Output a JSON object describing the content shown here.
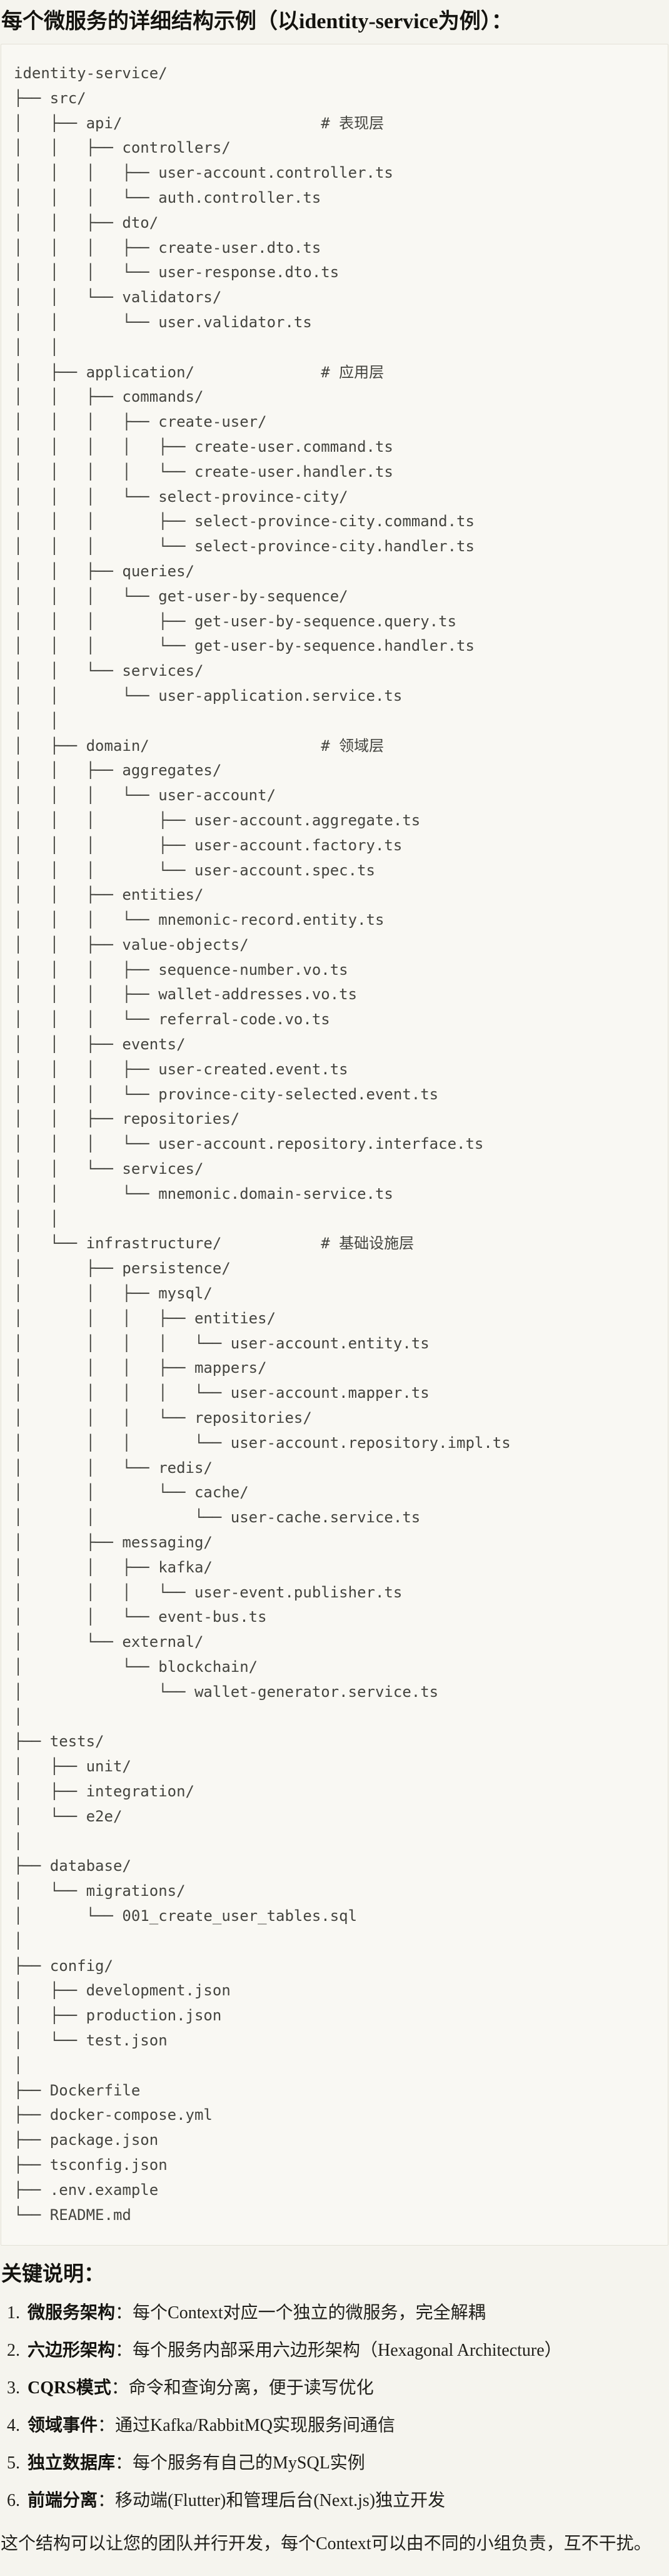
{
  "page": {
    "title": "每个微服务的详细结构示例（以identity-service为例）："
  },
  "code_block": {
    "language": "plaintext-directory-tree",
    "lines": [
      "identity-service/",
      "├── src/",
      "│   ├── api/                      # 表现层",
      "│   │   ├── controllers/",
      "│   │   │   ├── user-account.controller.ts",
      "│   │   │   └── auth.controller.ts",
      "│   │   ├── dto/",
      "│   │   │   ├── create-user.dto.ts",
      "│   │   │   └── user-response.dto.ts",
      "│   │   └── validators/",
      "│   │       └── user.validator.ts",
      "│   │",
      "│   ├── application/              # 应用层",
      "│   │   ├── commands/",
      "│   │   │   ├── create-user/",
      "│   │   │   │   ├── create-user.command.ts",
      "│   │   │   │   └── create-user.handler.ts",
      "│   │   │   └── select-province-city/",
      "│   │   │       ├── select-province-city.command.ts",
      "│   │   │       └── select-province-city.handler.ts",
      "│   │   ├── queries/",
      "│   │   │   └── get-user-by-sequence/",
      "│   │   │       ├── get-user-by-sequence.query.ts",
      "│   │   │       └── get-user-by-sequence.handler.ts",
      "│   │   └── services/",
      "│   │       └── user-application.service.ts",
      "│   │",
      "│   ├── domain/                   # 领域层",
      "│   │   ├── aggregates/",
      "│   │   │   └── user-account/",
      "│   │   │       ├── user-account.aggregate.ts",
      "│   │   │       ├── user-account.factory.ts",
      "│   │   │       └── user-account.spec.ts",
      "│   │   ├── entities/",
      "│   │   │   └── mnemonic-record.entity.ts",
      "│   │   ├── value-objects/",
      "│   │   │   ├── sequence-number.vo.ts",
      "│   │   │   ├── wallet-addresses.vo.ts",
      "│   │   │   └── referral-code.vo.ts",
      "│   │   ├── events/",
      "│   │   │   ├── user-created.event.ts",
      "│   │   │   └── province-city-selected.event.ts",
      "│   │   ├── repositories/",
      "│   │   │   └── user-account.repository.interface.ts",
      "│   │   └── services/",
      "│   │       └── mnemonic.domain-service.ts",
      "│   │",
      "│   └── infrastructure/           # 基础设施层",
      "│       ├── persistence/",
      "│       │   ├── mysql/",
      "│       │   │   ├── entities/",
      "│       │   │   │   └── user-account.entity.ts",
      "│       │   │   ├── mappers/",
      "│       │   │   │   └── user-account.mapper.ts",
      "│       │   │   └── repositories/",
      "│       │   │       └── user-account.repository.impl.ts",
      "│       │   └── redis/",
      "│       │       └── cache/",
      "│       │           └── user-cache.service.ts",
      "│       ├── messaging/",
      "│       │   ├── kafka/",
      "│       │   │   └── user-event.publisher.ts",
      "│       │   └── event-bus.ts",
      "│       └── external/",
      "│           └── blockchain/",
      "│               └── wallet-generator.service.ts",
      "│",
      "├── tests/",
      "│   ├── unit/",
      "│   ├── integration/",
      "│   └── e2e/",
      "│",
      "├── database/",
      "│   └── migrations/",
      "│       └── 001_create_user_tables.sql",
      "│",
      "├── config/",
      "│   ├── development.json",
      "│   ├── production.json",
      "│   └── test.json",
      "│",
      "├── Dockerfile",
      "├── docker-compose.yml",
      "├── package.json",
      "├── tsconfig.json",
      "├── .env.example",
      "└── README.md"
    ]
  },
  "notes": {
    "heading": "关键说明：",
    "items": [
      {
        "num": "1.",
        "label": "微服务架构",
        "desc": "：每个Context对应一个独立的微服务，完全解耦"
      },
      {
        "num": "2.",
        "label": "六边形架构",
        "desc": "：每个服务内部采用六边形架构（Hexagonal Architecture）"
      },
      {
        "num": "3.",
        "label": "CQRS模式",
        "desc": "：命令和查询分离，便于读写优化"
      },
      {
        "num": "4.",
        "label": "领域事件",
        "desc": "：通过Kafka/RabbitMQ实现服务间通信"
      },
      {
        "num": "5.",
        "label": "独立数据库",
        "desc": "：每个服务有自己的MySQL实例"
      },
      {
        "num": "6.",
        "label": "前端分离",
        "desc": "：移动端(Flutter)和管理后台(Next.js)独立开发"
      }
    ],
    "footer": "这个结构可以让您的团队并行开发，每个Context可以由不同的小组负责，互不干扰。"
  }
}
